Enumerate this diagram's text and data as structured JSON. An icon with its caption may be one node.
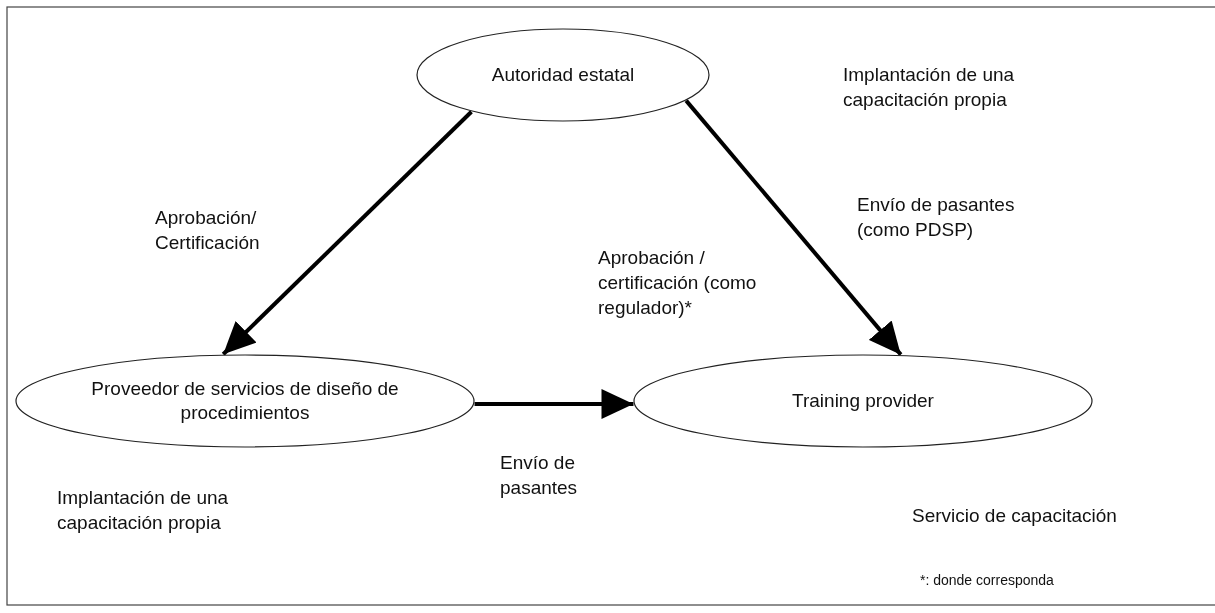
{
  "diagram": {
    "nodes": [
      {
        "text": [
          "Autoridad estatal"
        ]
      },
      {
        "text": [
          "Proveedor de servicios de diseño de procedimientos"
        ],
        "beside": [
          "Implantación de una capacitación propia"
        ]
      },
      {
        "text": [
          "Training provider"
        ],
        "beside": [
          "Servicio de capacitación"
        ]
      }
    ],
    "edges": [
      {
        "from": 0,
        "to": 1,
        "arrow": "to",
        "label": "Aprobación/ Certificación"
      },
      {
        "from": 0,
        "to": 2,
        "arrow": "to",
        "label": "Envío de pasantes (como PDSP)"
      },
      {
        "from": 1,
        "to": 2,
        "arrow": "to",
        "label": "Envío de pasantes"
      }
    ],
    "labels": [
      "Implantación de una capacitación propia",
      "Aprobación / certificación (como regulador)*",
      "*: donde corresponda"
    ]
  }
}
